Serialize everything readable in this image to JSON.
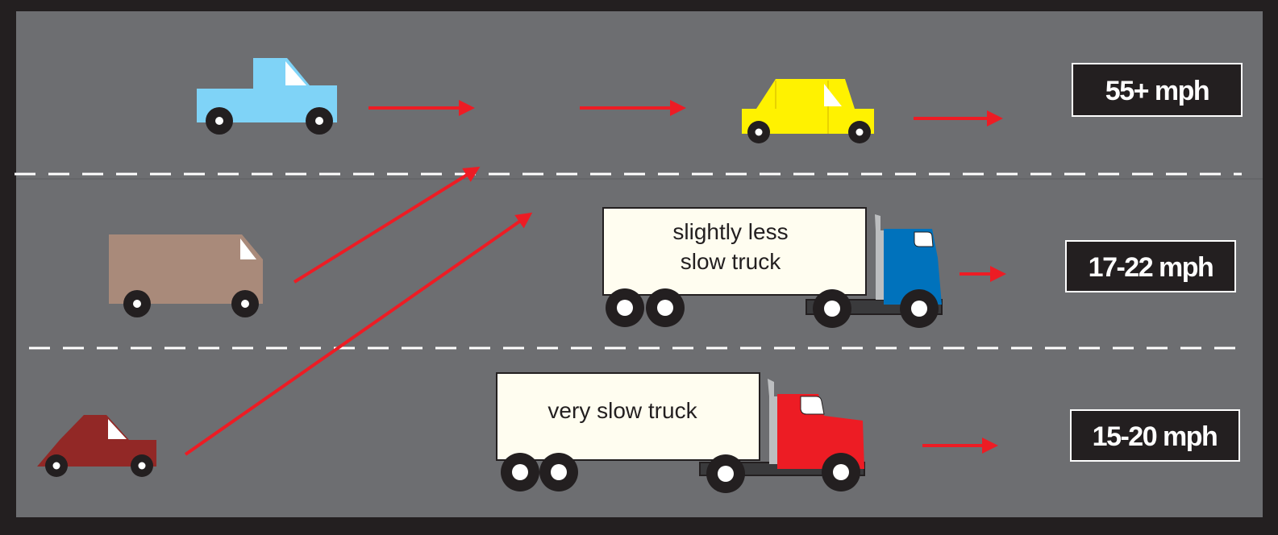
{
  "speed_labels": {
    "top_lane": "55+ mph",
    "middle_lane": "17-22 mph",
    "bottom_lane": "15-20 mph"
  },
  "trucks": {
    "blue_truck_label_line1": "slightly less",
    "blue_truck_label_line2": "slow truck",
    "red_truck_label": "very slow truck"
  },
  "colors": {
    "road": "#6d6e71",
    "border": "#231f20",
    "lane_marking": "#ffffff",
    "arrow": "#ed1c24",
    "pickup": "#7fd3f7",
    "yellow_car": "#fff200",
    "van": "#a98a7a",
    "red_car": "#922826",
    "blue_cab": "#0072bc",
    "red_cab": "#ed1c24",
    "trailer": "#fffdf0"
  }
}
